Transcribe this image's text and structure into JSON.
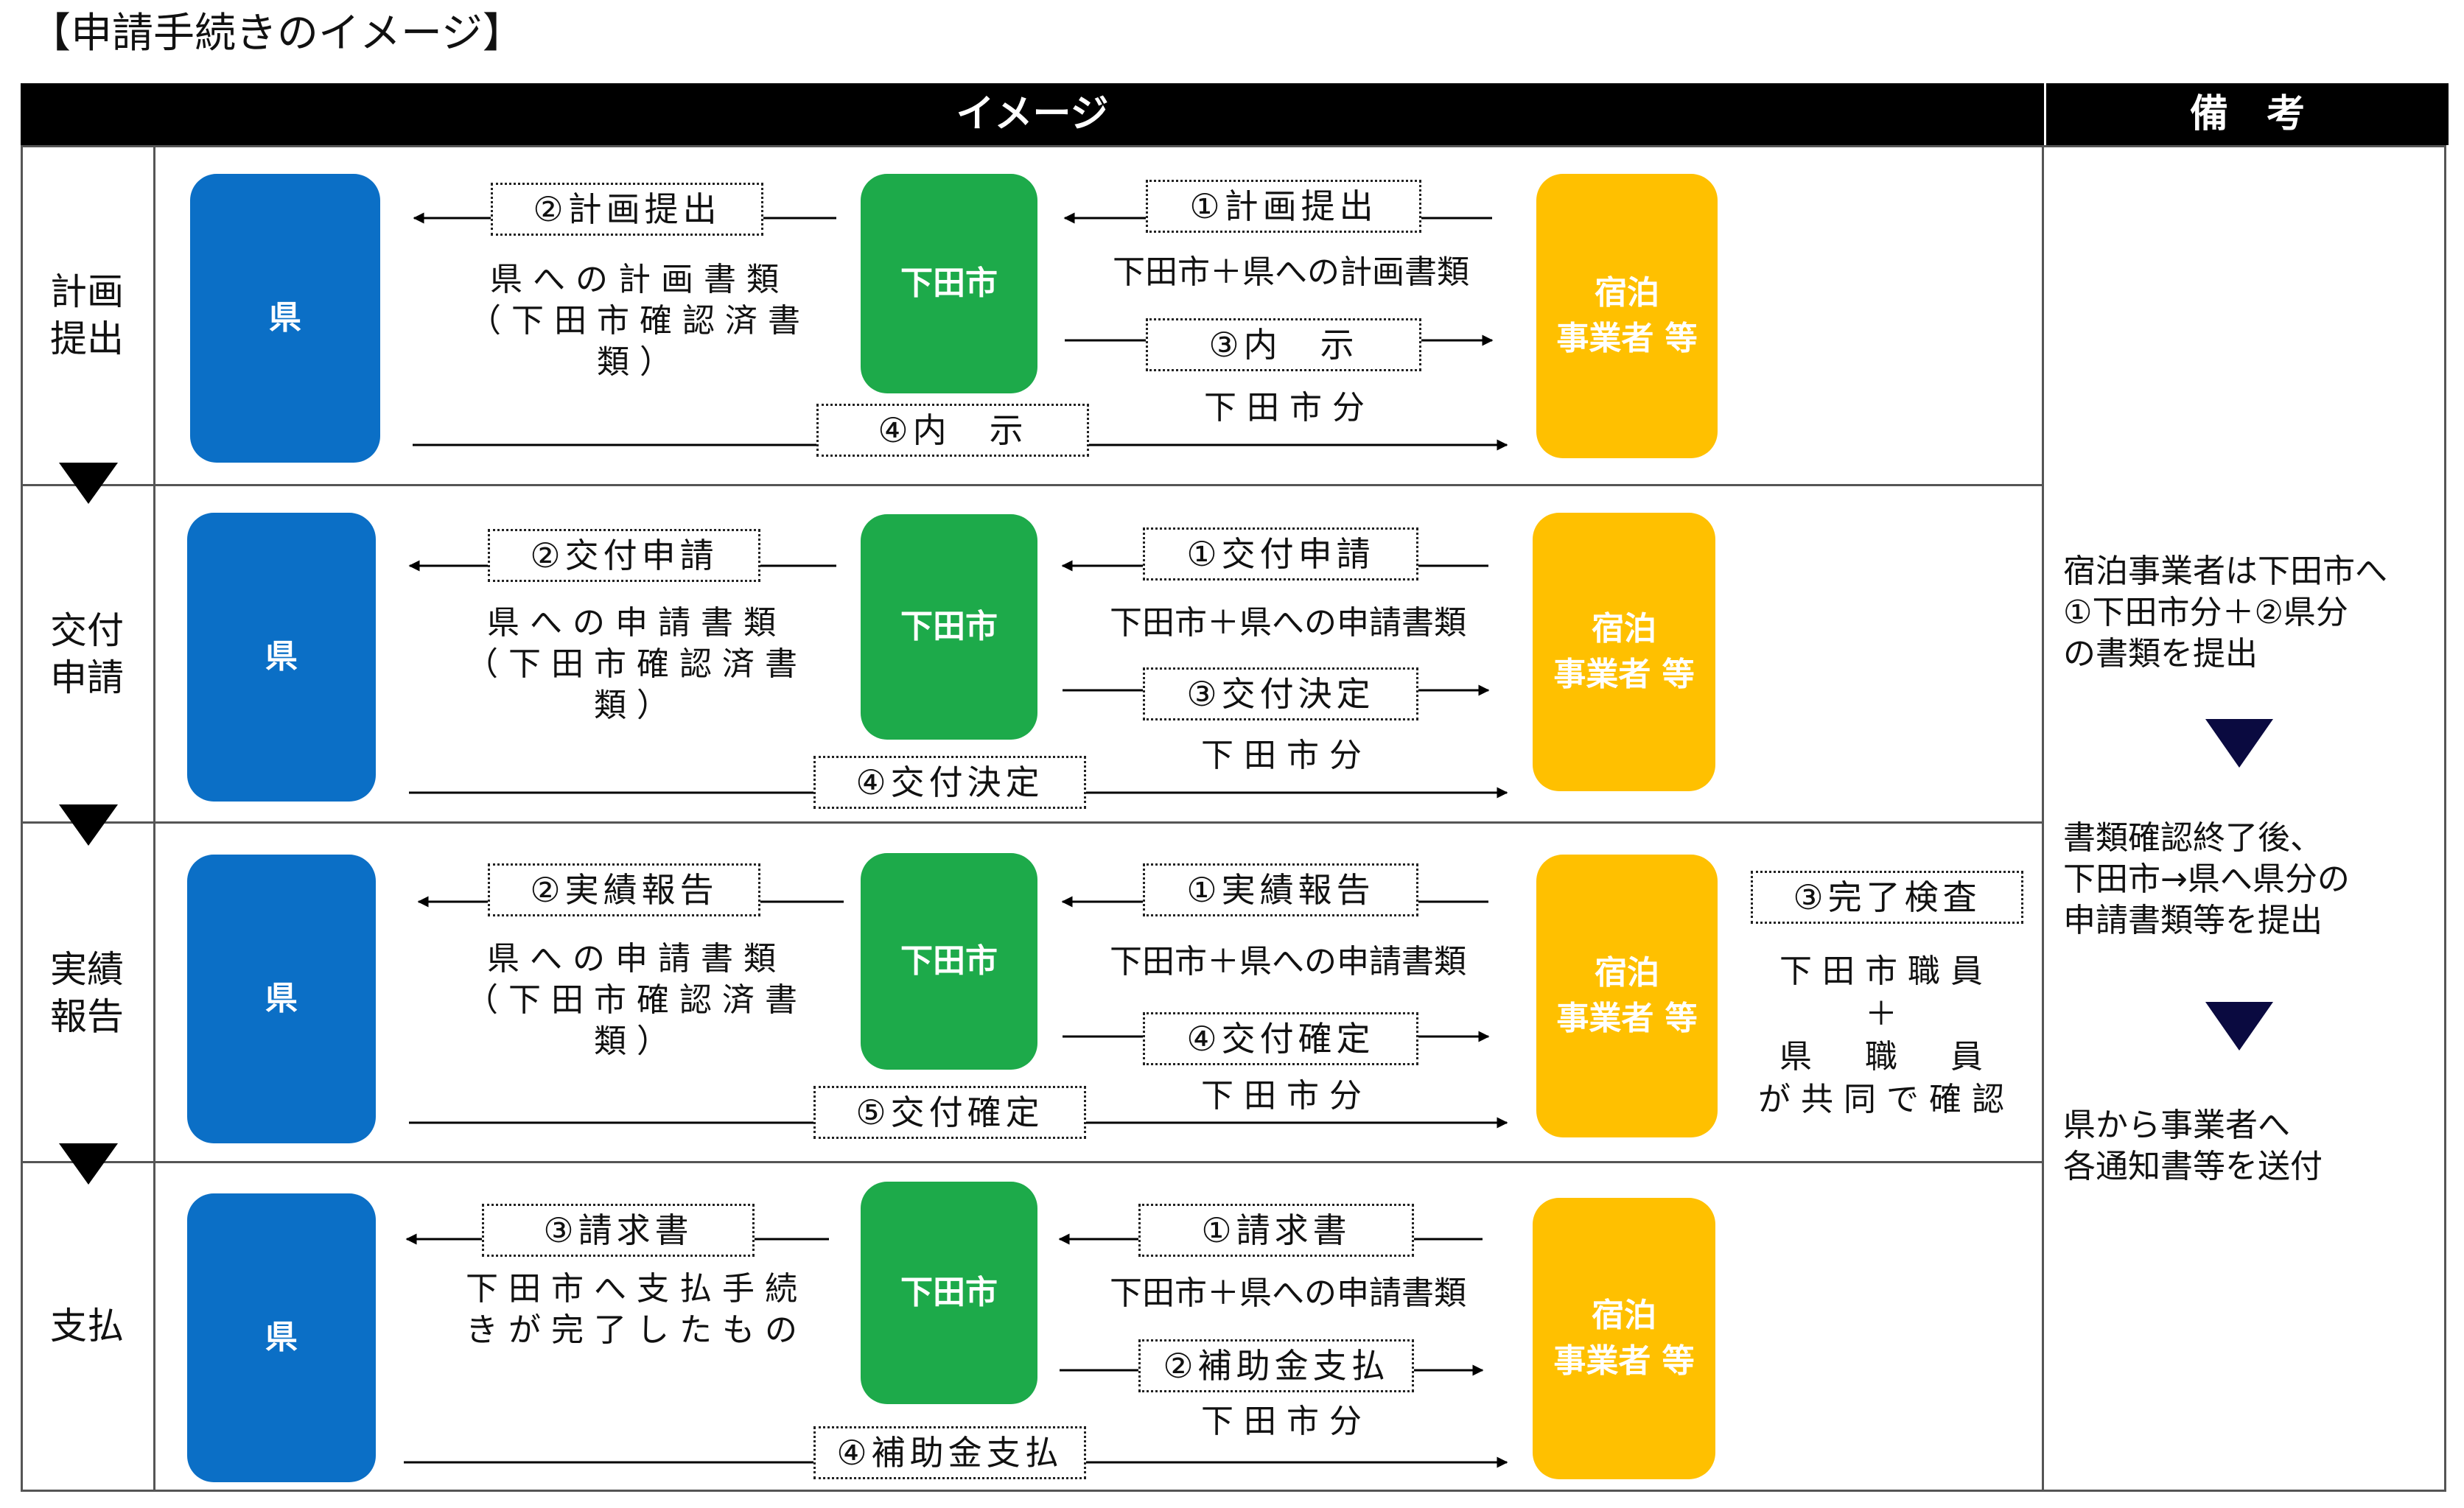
{
  "page_title": "【申請手続きのイメージ】",
  "header": {
    "image_col": "イメージ",
    "notes_col": "備　考"
  },
  "actors": {
    "pref": "県",
    "city": "下田市",
    "biz": "宿泊\n事業者 等"
  },
  "stages": [
    {
      "label": "計画\n提出",
      "arrow_to_pref": "②計画提出",
      "pref_caption": "県への計画書類\n（下田市確認済書類）",
      "arrow_from_biz": "①計画提出",
      "biz_caption": "下田市＋県への計画書類",
      "arrow_to_biz": "③内　示",
      "city_share": "下田市分",
      "direct_label": "④内　示"
    },
    {
      "label": "交付\n申請",
      "arrow_to_pref": "②交付申請",
      "pref_caption": "県への申請書類\n（下田市確認済書類）",
      "arrow_from_biz": "①交付申請",
      "biz_caption": "下田市＋県への申請書類",
      "arrow_to_biz": "③交付決定",
      "city_share": "下田市分",
      "direct_label": "④交付決定"
    },
    {
      "label": "実績\n報告",
      "arrow_to_pref": "②実績報告",
      "pref_caption": "県への申請書類\n（下田市確認済書類）",
      "arrow_from_biz": "①実績報告",
      "biz_caption": "下田市＋県への申請書類",
      "arrow_to_biz": "④交付確定",
      "city_share": "下田市分",
      "direct_label": "⑤交付確定",
      "inspection_label": "③完了検査",
      "inspection_caption": "下田市職員\n＋\n県　職　員\nが共同で確認"
    },
    {
      "label": "支払",
      "arrow_to_pref": "③請求書",
      "pref_caption": "下田市へ支払手続\nきが完了したもの",
      "arrow_from_biz": "①請求書",
      "biz_caption": "下田市＋県への申請書類",
      "arrow_to_biz": "②補助金支払",
      "city_share": "下田市分",
      "direct_label": "④補助金支払"
    }
  ],
  "notes": [
    "宿泊事業者は下田市へ\n①下田市分＋②県分\nの書類を提出",
    "書類確認終了後、\n下田市→県へ県分の\n申請書類等を提出",
    "県から事業者へ\n各通知書等を送付"
  ],
  "colors": {
    "pref": "#0b6fc6",
    "city": "#1daa4a",
    "biz": "#ffc000",
    "header": "#000000",
    "note_arrow": "#0a0a40"
  }
}
